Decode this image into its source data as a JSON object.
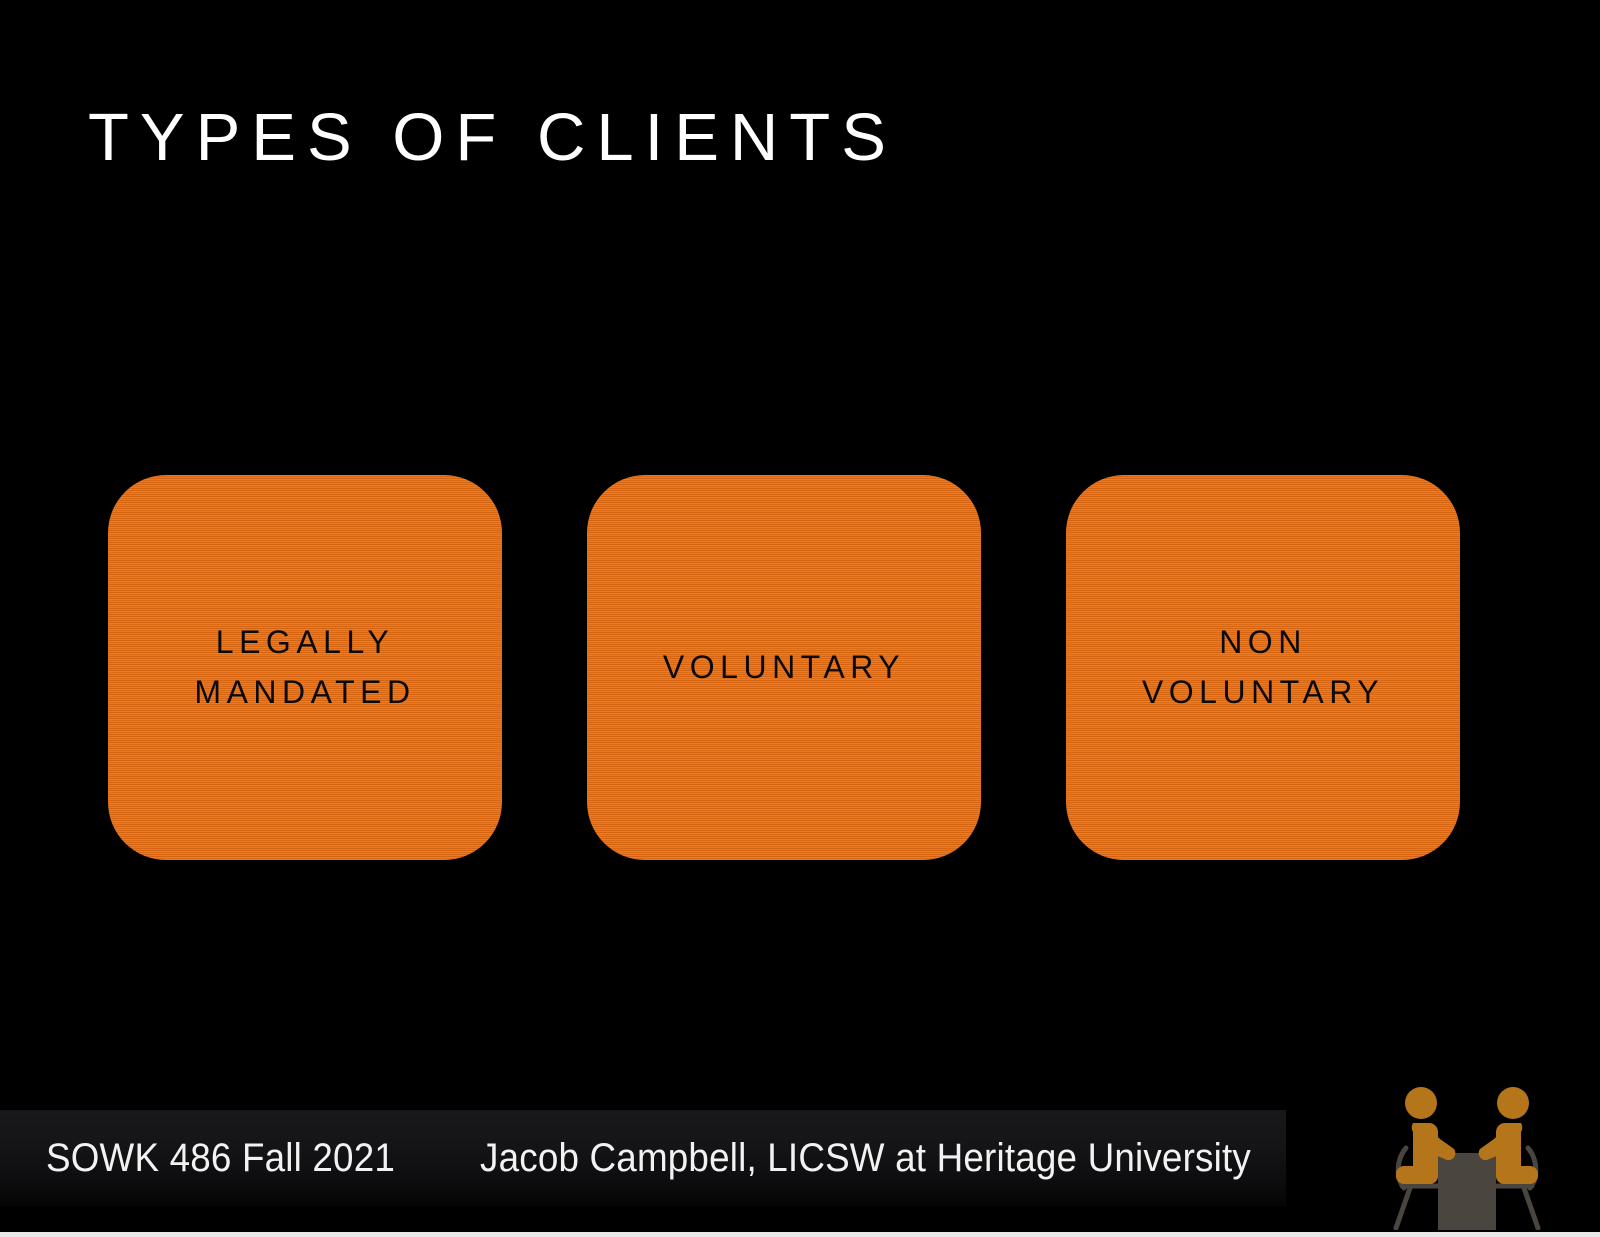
{
  "slide": {
    "title": "TYPES OF CLIENTS",
    "background_color": "#000000",
    "accent_color": "#F07818",
    "title_color": "#FFFFFF"
  },
  "boxes": [
    {
      "label": "LEGALLY\nMANDATED",
      "fill_color": "#F07818",
      "text_color": "#0A0A0A"
    },
    {
      "label": "VOLUNTARY",
      "fill_color": "#F07818",
      "text_color": "#0A0A0A"
    },
    {
      "label": "NON\nVOLUNTARY",
      "fill_color": "#F07818",
      "text_color": "#0A0A0A"
    }
  ],
  "footer": {
    "course": "SOWK 486 Fall 2021",
    "presenter": "Jacob Campbell, LICSW at Heritage University",
    "logo_name": "two-people-at-table-icon",
    "logo_figure_color": "#B5761B",
    "logo_furniture_color": "#4A453F"
  }
}
